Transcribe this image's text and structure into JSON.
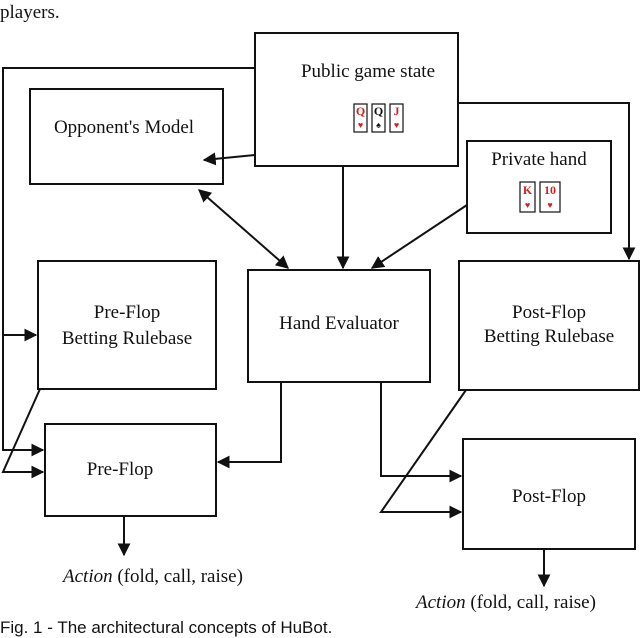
{
  "top_text": "players.",
  "nodes": {
    "public_game_state": {
      "label": "Public game state",
      "cards": [
        "Q",
        "Q",
        "J"
      ]
    },
    "opponents_model": {
      "label": "Opponent's Model"
    },
    "private_hand": {
      "label": "Private hand",
      "cards": [
        "K",
        "10"
      ]
    },
    "preflop_rulebase": {
      "label_line1": "Pre-Flop",
      "label_line2": "Betting Rulebase"
    },
    "hand_evaluator": {
      "label": "Hand Evaluator"
    },
    "postflop_rulebase": {
      "label_line1": "Post-Flop",
      "label_line2": "Betting Rulebase"
    },
    "preflop": {
      "label": "Pre-Flop"
    },
    "postflop": {
      "label": "Post-Flop"
    }
  },
  "actions": {
    "preflop": {
      "emphasis": "Action",
      "rest": " (fold, call, raise)"
    },
    "postflop": {
      "emphasis": "Action",
      "rest": " (fold, call, raise)"
    }
  },
  "caption": "Fig. 1 - The architectural concepts of HuBot.",
  "colors": {
    "card_red": "#d42020",
    "card_black": "#111111",
    "line": "#111111"
  },
  "card_suits": [
    "heart-icon",
    "spade-icon",
    "heart-icon",
    "heart-icon",
    "heart-icon"
  ]
}
